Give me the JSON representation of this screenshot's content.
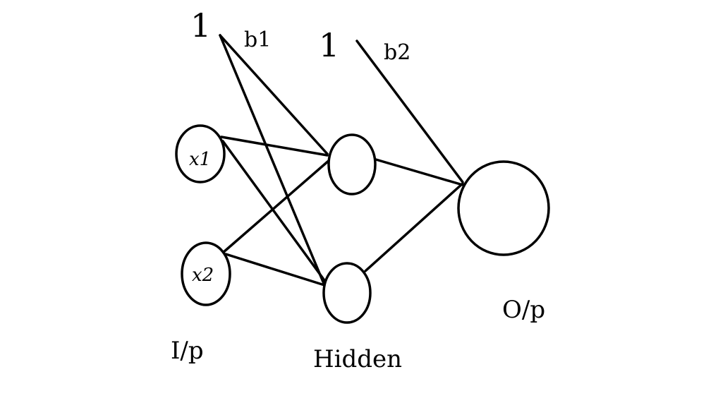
{
  "diagram": {
    "bias_inputs": [
      {
        "id": "bias1",
        "value": "1",
        "label": "b1"
      },
      {
        "id": "bias2",
        "value": "1",
        "label": "b2"
      }
    ],
    "input_nodes": [
      {
        "id": "x1",
        "label": "x1"
      },
      {
        "id": "x2",
        "label": "x2"
      }
    ],
    "hidden_nodes": [
      {
        "id": "h1",
        "label": ""
      },
      {
        "id": "h2",
        "label": ""
      }
    ],
    "output_node": {
      "id": "out",
      "label": ""
    },
    "layer_labels": {
      "input": "I/p",
      "hidden": "Hidden",
      "output": "O/p"
    },
    "connections": [
      [
        "x1",
        "h1"
      ],
      [
        "x1",
        "h2"
      ],
      [
        "x2",
        "h1"
      ],
      [
        "x2",
        "h2"
      ],
      [
        "bias1",
        "h1"
      ],
      [
        "bias1",
        "h2"
      ],
      [
        "h1",
        "out"
      ],
      [
        "h2",
        "out"
      ],
      [
        "bias2",
        "out"
      ]
    ],
    "stroke_color": "#000000",
    "background_color": "#ffffff"
  }
}
